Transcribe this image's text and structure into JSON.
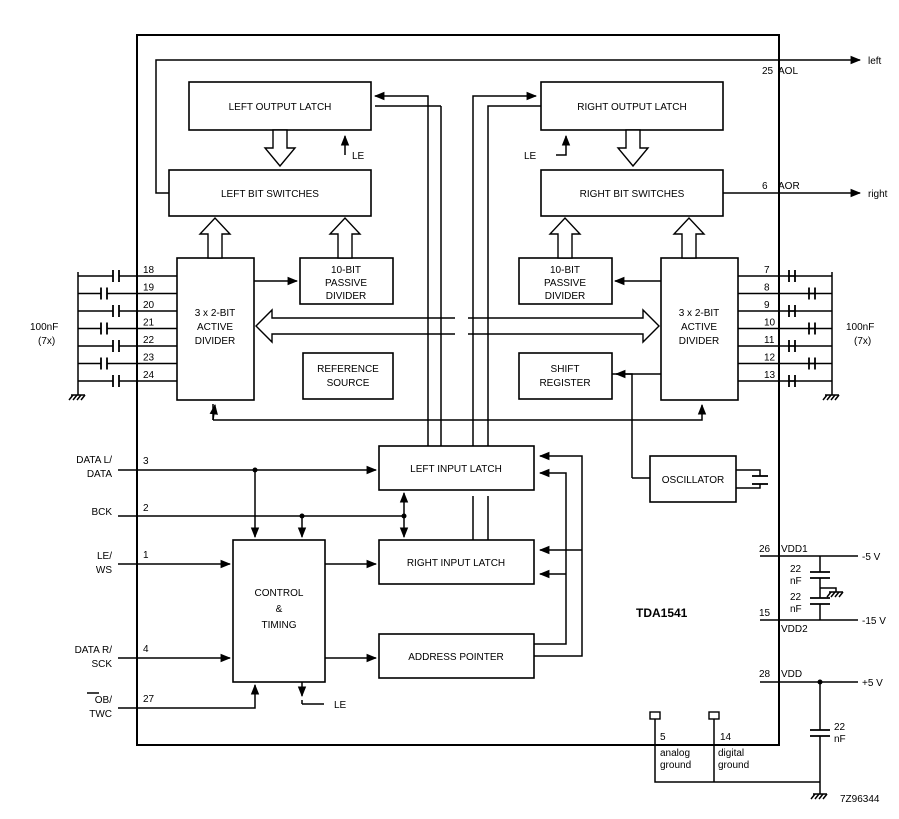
{
  "blocks": {
    "left_output_latch": "LEFT OUTPUT LATCH",
    "right_output_latch": "RIGHT OUTPUT LATCH",
    "left_bit_switches": "LEFT BIT SWITCHES",
    "right_bit_switches": "RIGHT BIT SWITCHES",
    "active_divider": [
      "3 x 2-BIT",
      "ACTIVE",
      "DIVIDER"
    ],
    "passive_divider": [
      "10-BIT",
      "PASSIVE",
      "DIVIDER"
    ],
    "reference_source": [
      "REFERENCE",
      "SOURCE"
    ],
    "shift_register": [
      "SHIFT",
      "REGISTER"
    ],
    "left_input_latch": "LEFT INPUT LATCH",
    "right_input_latch": "RIGHT INPUT LATCH",
    "control_timing": [
      "CONTROL",
      "&",
      "TIMING"
    ],
    "address_pointer": "ADDRESS POINTER",
    "oscillator": "OSCILLATOR"
  },
  "labels": {
    "le": "LE",
    "left_out": "left",
    "right_out": "right",
    "cap_left": [
      "100nF",
      "(7x)"
    ],
    "cap_right": [
      "100nF",
      "(7x)"
    ],
    "chip_name": "TDA1541",
    "figure_code": "7Z96344",
    "cap_22nf": [
      "22",
      "nF"
    ],
    "analog_ground": [
      "analog",
      "ground"
    ],
    "digital_ground": [
      "digital",
      "ground"
    ]
  },
  "pins": {
    "aol": {
      "num": "25",
      "name": "AOL"
    },
    "aor": {
      "num": "6",
      "name": "AOR"
    },
    "left_caps": [
      "18",
      "19",
      "20",
      "21",
      "22",
      "23",
      "24"
    ],
    "right_caps": [
      "7",
      "8",
      "9",
      "10",
      "11",
      "12",
      "13"
    ],
    "inputs": [
      {
        "num": "3",
        "name": [
          "DATA L/",
          "DATA"
        ]
      },
      {
        "num": "2",
        "name": [
          "BCK"
        ]
      },
      {
        "num": "1",
        "name": [
          "LE/",
          "WS"
        ]
      },
      {
        "num": "4",
        "name": [
          "DATA R/",
          "SCK"
        ]
      },
      {
        "num": "27",
        "name": [
          "OB/",
          "TWC"
        ]
      }
    ],
    "vdd1": {
      "num": "26",
      "name": "VDD1",
      "supply": "-5 V"
    },
    "vdd2": {
      "num": "15",
      "name": "VDD2",
      "supply": "-15 V"
    },
    "vdd": {
      "num": "28",
      "name": "VDD",
      "supply": "+5 V"
    },
    "analog_gnd": {
      "num": "5"
    },
    "digital_gnd": {
      "num": "14"
    }
  }
}
